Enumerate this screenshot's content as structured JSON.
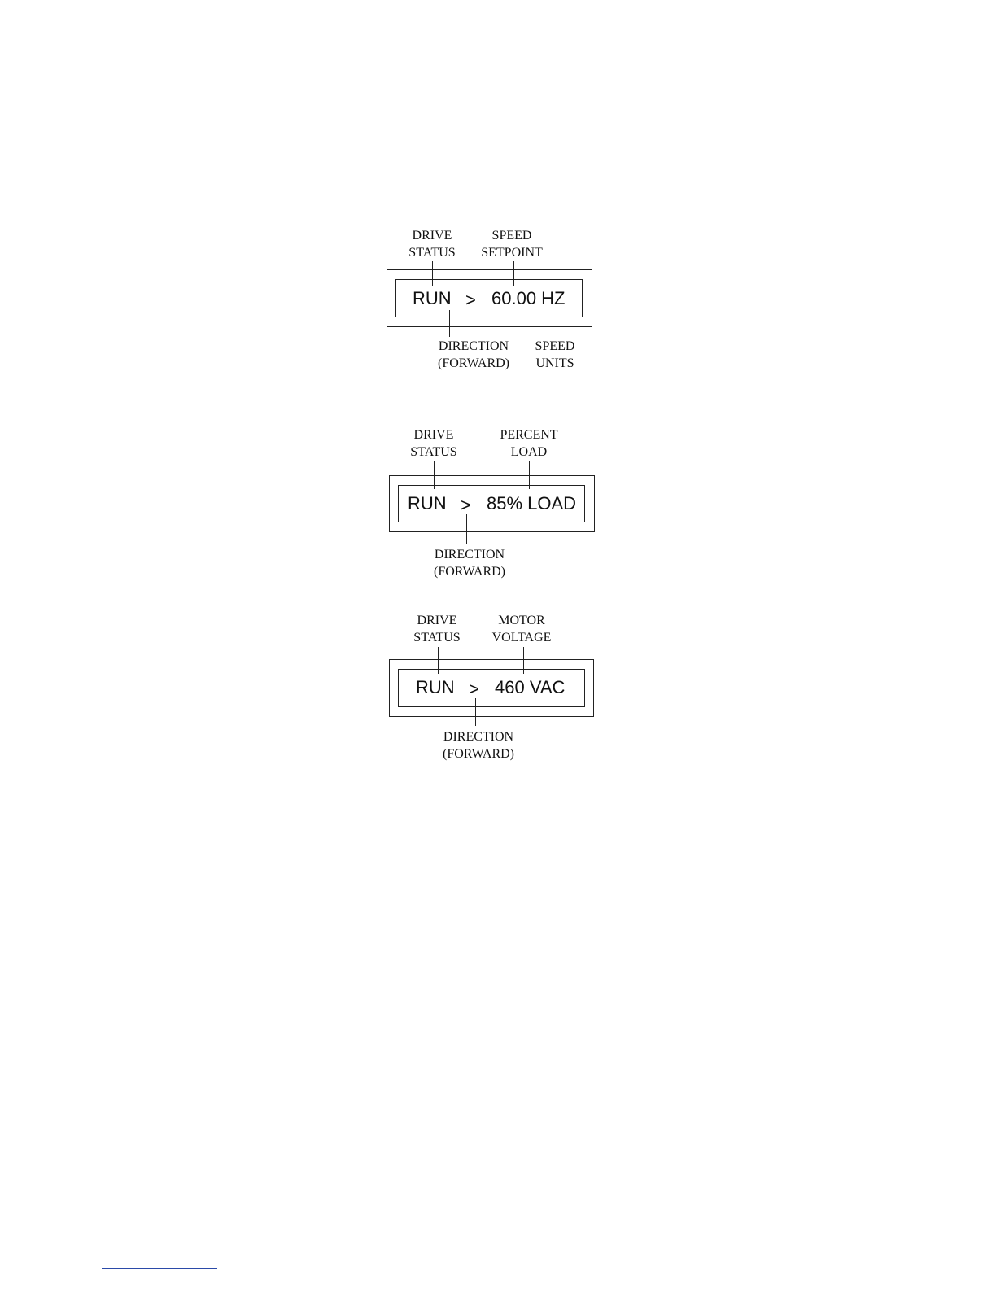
{
  "displays": [
    {
      "lcd": {
        "status": "RUN",
        "direction": ">",
        "value": "60.00 HZ"
      },
      "labels": {
        "status": [
          "DRIVE",
          "STATUS"
        ],
        "top_right": [
          "SPEED",
          "SETPOINT"
        ],
        "direction": [
          "DIRECTION",
          "(FORWARD)"
        ],
        "bottom_right": [
          "SPEED",
          "UNITS"
        ]
      }
    },
    {
      "lcd": {
        "status": "RUN",
        "direction": ">",
        "value": "85% LOAD"
      },
      "labels": {
        "status": [
          "DRIVE",
          "STATUS"
        ],
        "top_right": [
          "PERCENT",
          "LOAD"
        ],
        "direction": [
          "DIRECTION",
          "(FORWARD)"
        ]
      }
    },
    {
      "lcd": {
        "status": "RUN",
        "direction": ">",
        "value": "460 VAC"
      },
      "labels": {
        "status": [
          "DRIVE",
          "STATUS"
        ],
        "top_right": [
          "MOTOR",
          "VOLTAGE"
        ],
        "direction": [
          "DIRECTION",
          "(FORWARD)"
        ]
      }
    }
  ]
}
